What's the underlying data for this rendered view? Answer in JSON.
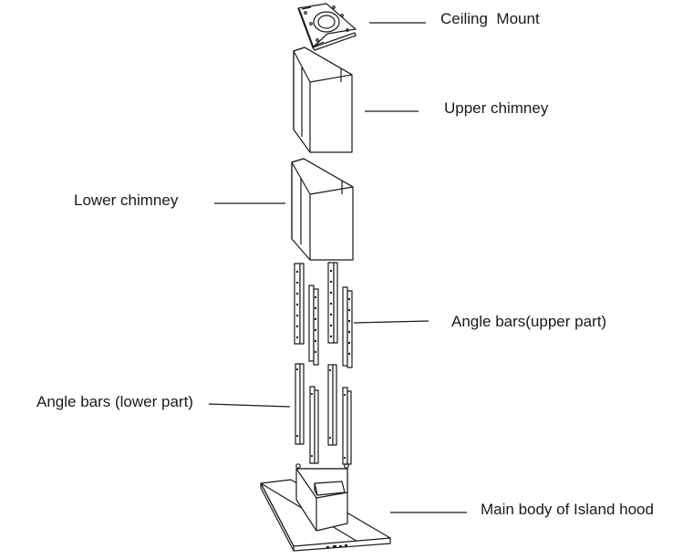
{
  "labels": {
    "ceiling_mount": "Ceiling  Mount",
    "upper_chimney": "Upper chimney",
    "lower_chimney": "Lower chimney",
    "angle_bars_upper": "Angle bars(upper part)",
    "angle_bars_lower": "Angle bars (lower part)",
    "main_body": "Main body of Island hood"
  },
  "colors": {
    "line": "#1a1a1a",
    "fill": "#ffffff"
  }
}
